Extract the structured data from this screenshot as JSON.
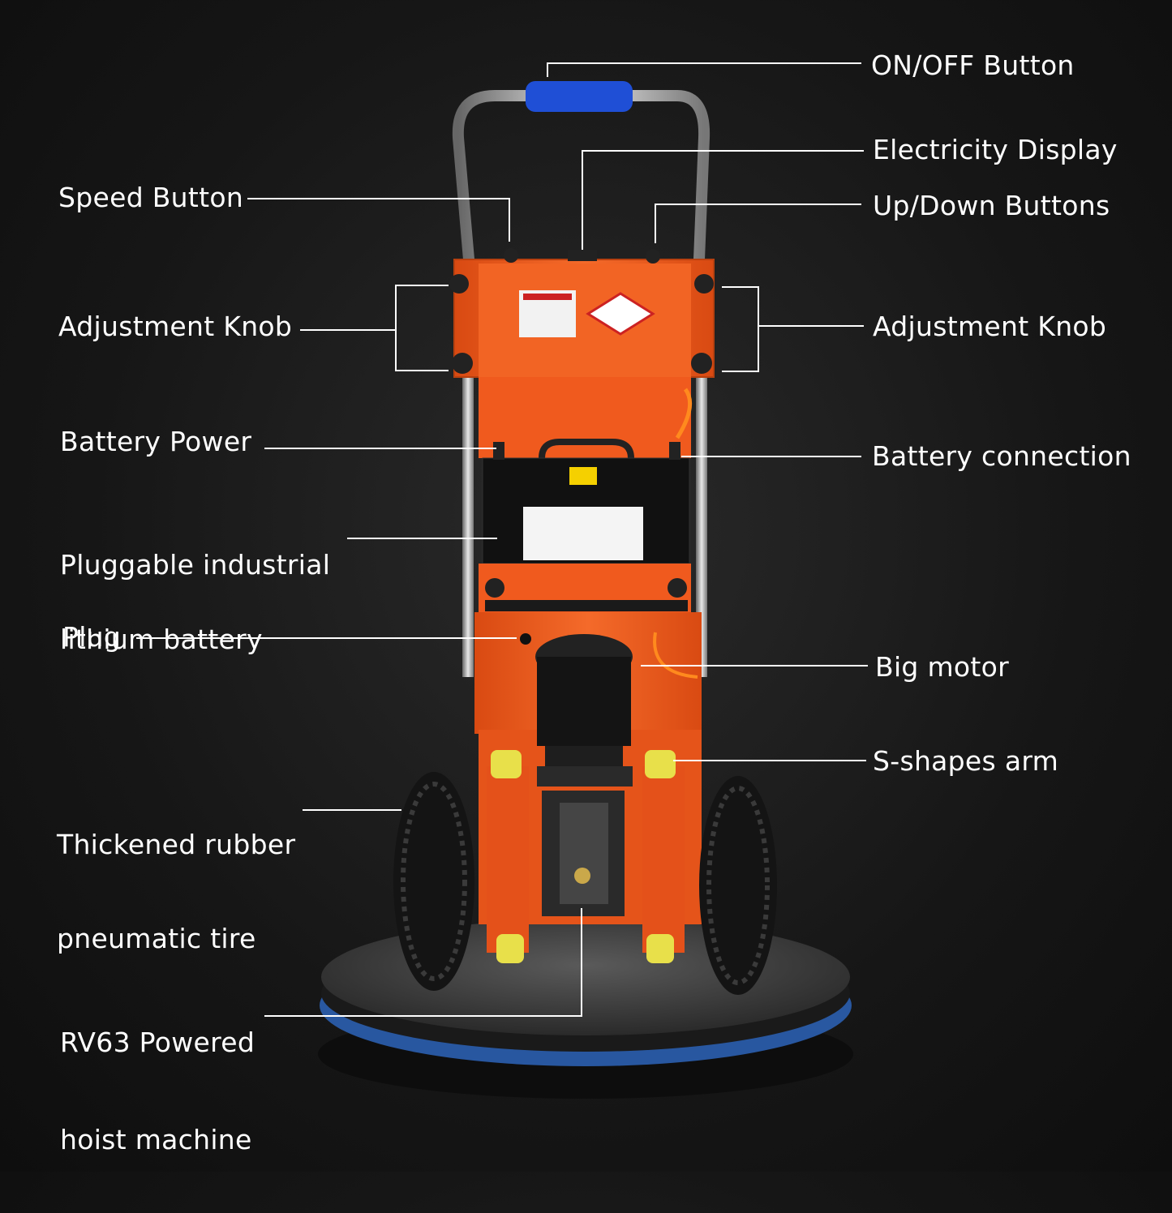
{
  "callouts": {
    "on_off": "ON/OFF Button",
    "electricity_display": "Electricity Display",
    "speed_button": "Speed Button",
    "up_down": "Up/Down Buttons",
    "adjust_left": "Adjustment Knob",
    "adjust_right": "Adjustment Knob",
    "battery_power": "Battery Power",
    "battery_connection": "Battery connection",
    "lithium_line1": "Pluggable industrial",
    "lithium_line2": "lithium battery",
    "plug": "Plug",
    "big_motor": "Big motor",
    "s_arm": "S-shapes arm",
    "tire_line1": "Thickened rubber",
    "tire_line2": "pneumatic tire",
    "hoist_line1": "RV63 Powered",
    "hoist_line2": "hoist machine"
  },
  "colors": {
    "frame_orange": "#f05a1e",
    "handle_blue": "#1f4fd6",
    "roller_yellow": "#e8e04a",
    "motor_black": "#141414",
    "platform_glow": "#3a7bd5"
  }
}
